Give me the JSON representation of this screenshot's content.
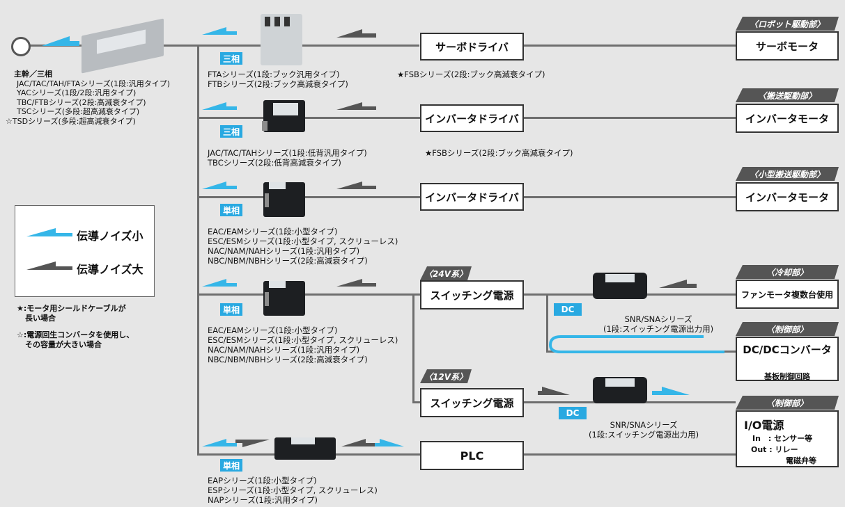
{
  "colors": {
    "light_arrow": "#35b6e8",
    "dark_arrow": "#555555",
    "badge": "#29a9e1",
    "tag": "#555555"
  },
  "trunk": {
    "lines": [
      "主幹／三相",
      "JAC/TAC/TAH/FTAシリーズ(1段:汎用タイプ)",
      "YACシリーズ(1段/2段:汎用タイプ)",
      "TBC/FTBシリーズ(2段:高減衰タイプ)",
      "TSCシリーズ(多段:超高減衰タイプ)",
      "☆TSDシリーズ(多段:超高減衰タイプ)"
    ]
  },
  "legend": {
    "small": "伝導ノイズ小",
    "large": "伝導ノイズ大"
  },
  "notes": [
    "★:モータ用シールドケーブルが",
    "長い場合",
    "☆:電源回生コンバータを使用し、",
    "その容量が大きい場合"
  ],
  "rows": [
    {
      "badge": "三相",
      "series": [
        "FTAシリーズ(1段:ブック汎用タイプ)",
        "FTBシリーズ(2段:ブック高減衰タイプ)"
      ],
      "mid": "サーボドライバ",
      "star": "★FSBシリーズ(2段:ブック高減衰タイプ)",
      "tag": "〈ロボット駆動部〉",
      "end": "サーボモータ"
    },
    {
      "badge": "三相",
      "series": [
        "JAC/TAC/TAHシリーズ(1段:低背汎用タイプ)",
        "TBCシリーズ(2段:低背高減衰タイプ)"
      ],
      "mid": "インバータドライバ",
      "star": "★FSBシリーズ(2段:ブック高減衰タイプ)",
      "tag": "〈搬送駆動部〉",
      "end": "インバータモータ"
    },
    {
      "badge": "単相",
      "series": [
        "EAC/EAMシリーズ(1段:小型タイプ)",
        "ESC/ESMシリーズ(1段:小型タイプ, スクリューレス)",
        "NAC/NAM/NAHシリーズ(1段:汎用タイプ)",
        "NBC/NBM/NBHシリーズ(2段:高減衰タイプ)"
      ],
      "mid": "インバータドライバ",
      "tag": "〈小型搬送駆動部〉",
      "end": "インバータモータ"
    },
    {
      "badge": "単相",
      "series": [
        "EAC/EAMシリーズ(1段:小型タイプ)",
        "ESC/ESMシリーズ(1段:小型タイプ, スクリューレス)",
        "NAC/NAM/NAHシリーズ(1段:汎用タイプ)",
        "NBC/NBM/NBHシリーズ(2段:高減衰タイプ)"
      ],
      "mid_tag": "〈24V系〉",
      "mid": "スイッチング電源",
      "dc": "DC",
      "snr": [
        "SNR/SNAシリーズ",
        "(1段:スイッチング電源出力用)"
      ],
      "tag": "〈冷却部〉",
      "end": "ファンモータ複数台使用",
      "tag2": "〈制御部〉",
      "end2": "DC/DCコンバータ",
      "end2_sub": "基板制御回路"
    },
    {
      "mid_tag": "〈12V系〉",
      "mid": "スイッチング電源",
      "dc": "DC",
      "snr": [
        "SNR/SNAシリーズ",
        "(1段:スイッチング電源出力用)"
      ],
      "tag": "〈制御部〉",
      "end_title": "I/O電源",
      "end_in": "In　: センサー等",
      "end_out": "Out : リレー",
      "end_out2": "電磁弁等"
    },
    {
      "badge": "単相",
      "series": [
        "EAPシリーズ(1段:小型タイプ)",
        "ESPシリーズ(1段:小型タイプ, スクリューレス)",
        "NAPシリーズ(1段:汎用タイプ)"
      ],
      "mid": "PLC"
    }
  ]
}
